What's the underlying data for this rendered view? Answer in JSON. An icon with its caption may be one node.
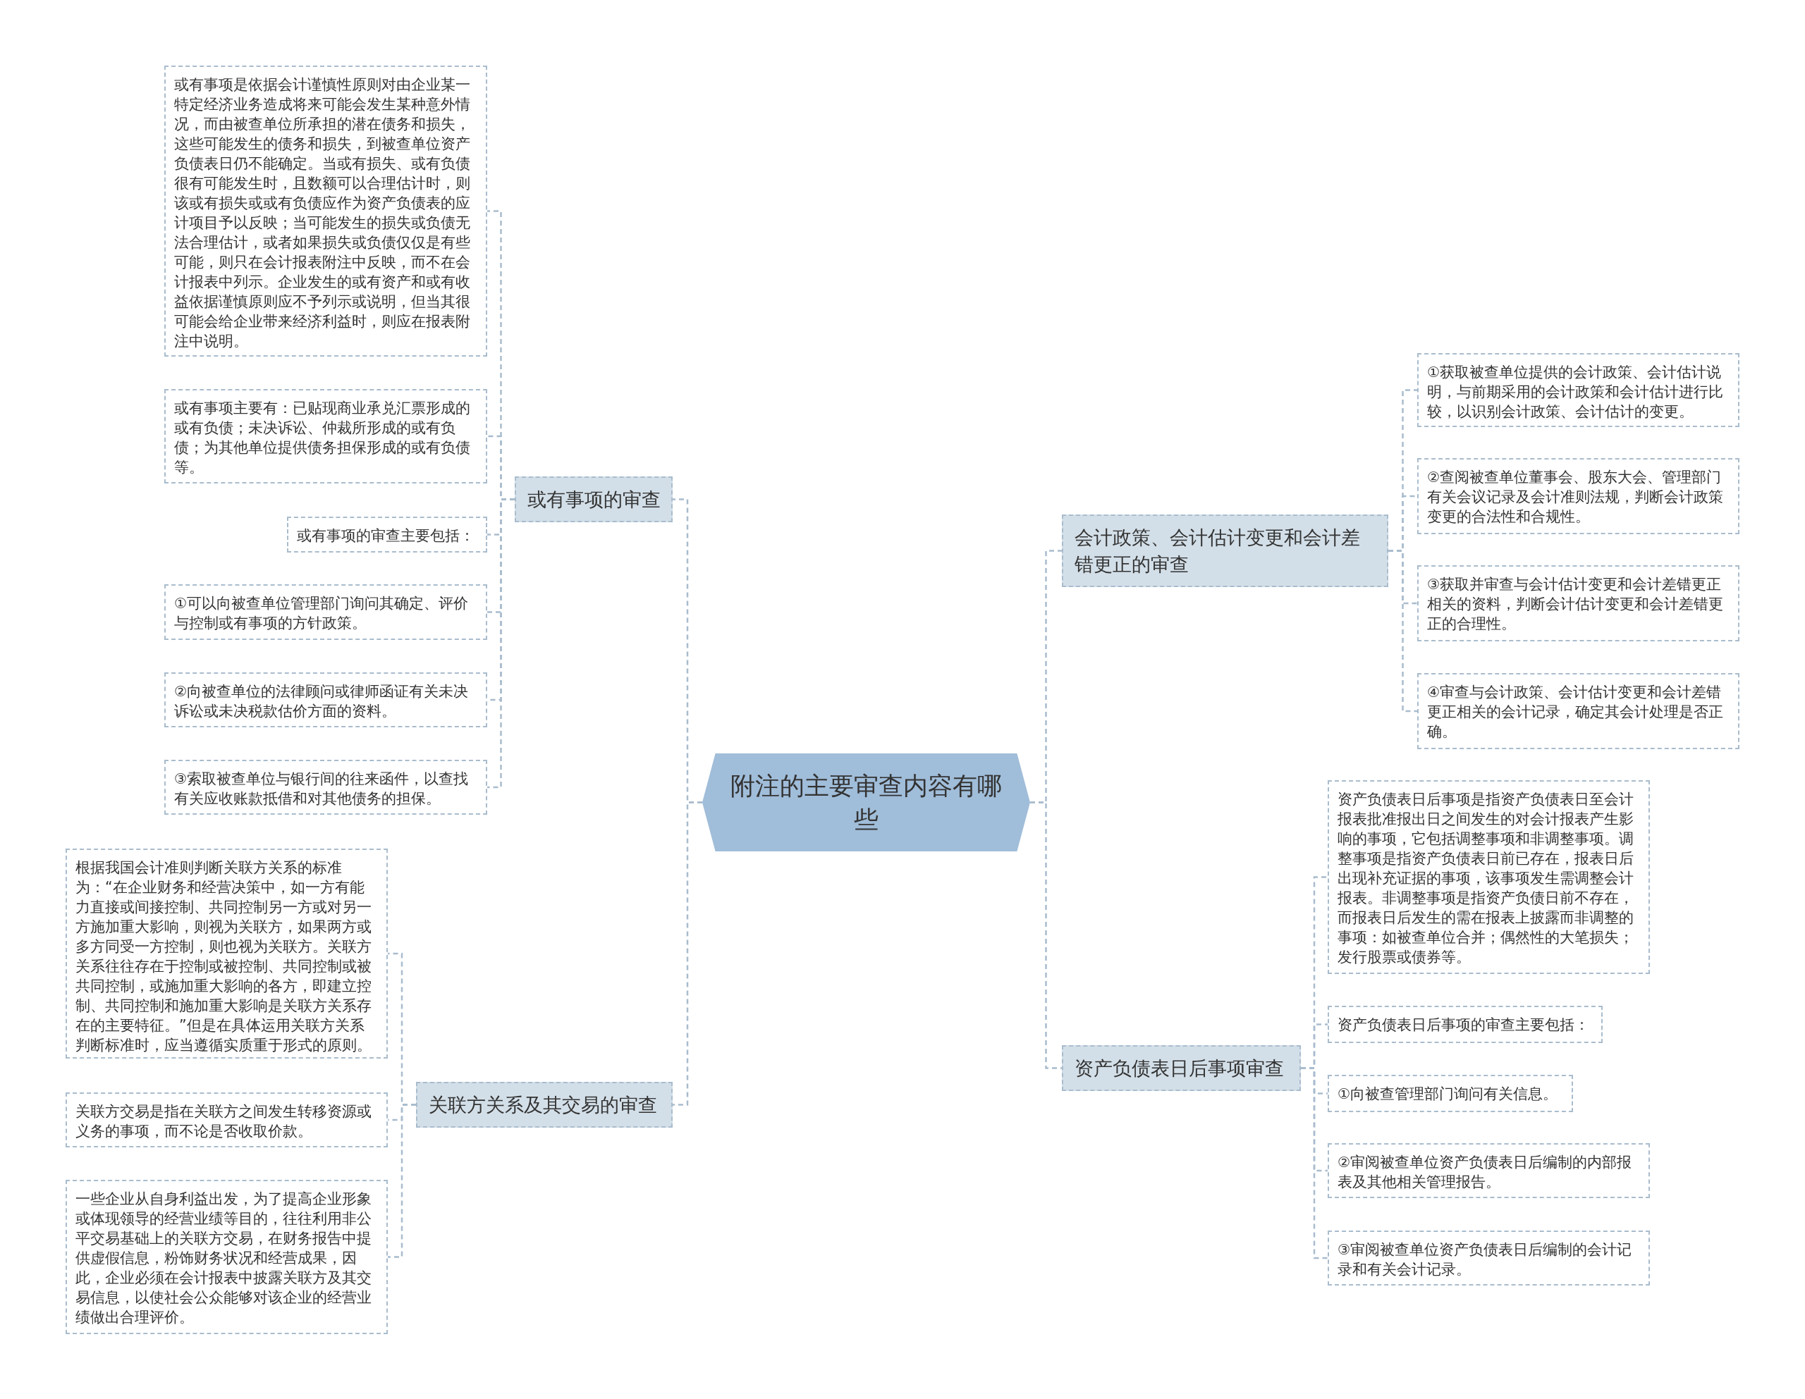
{
  "diagram": {
    "nodes": [
      {
        "text": [
          "附注的主要审查内容有哪些"
        ]
      },
      {
        "text": [
          "或有事项的审查"
        ]
      },
      {
        "text": [
          "或有事项是依据会计谨慎性原则对由企业某一特定经济业务造成将来可能会发生某种意外情况，而由被查单位所承担的潜在债务和损失，这些可能发生的债务和损失，到被查单位资产负债表日仍不能确定。当或有损失、或有负债很有可能发生时，且数额可以合理估计时，则该或有损失或或有负债应作为资产负债表的应计项目予以反映；当可能发生的损失或负债无法合理估计，或者如果损失或负债仅仅是有些可能，则只在会计报表附注中反映，而不在会计报表中列示。企业发生的或有资产和或有收益依据谨慎原则应不予列示或说明，但当其很可能会给企业带来经济利益时，则应在报表附注中说明。"
        ]
      },
      {
        "text": [
          "或有事项主要有：已贴现商业承兑汇票形成的或有负债；未决诉讼、仲裁所形成的或有负债；为其他单位提供债务担保形成的或有负债等。"
        ]
      },
      {
        "text": [
          "或有事项的审查主要包括："
        ]
      },
      {
        "text": [
          "①可以向被查单位管理部门询问其确定、评价与控制或有事项的方针政策。"
        ]
      },
      {
        "text": [
          "②向被查单位的法律顾问或律师函证有关未决诉讼或未决税款估价方面的资料。"
        ]
      },
      {
        "text": [
          "③索取被查单位与银行间的往来函件，以查找有关应收账款抵借和对其他债务的担保。"
        ]
      },
      {
        "text": [
          "关联方关系及其交易的审查"
        ]
      },
      {
        "text": [
          "根据我国会计准则判断关联方关系的标准为：“在企业财务和经营决策中，如一方有能力直接或间接控制、共同控制另一方或对另一方施加重大影响，则视为关联方，如果两方或多方同受一方控制，则也视为关联方。关联方关系往往存在于控制或被控制、共同控制或被共同控制，或施加重大影响的各方，即建立控制、共同控制和施加重大影响是关联方关系存在的主要特征。”但是在具体运用关联方关系判断标准时，应当遵循实质重于形式的原则。"
        ]
      },
      {
        "text": [
          "关联方交易是指在关联方之间发生转移资源或义务的事项，而不论是否收取价款。"
        ]
      },
      {
        "text": [
          "一些企业从自身利益出发，为了提高企业形象或体现领导的经营业绩等目的，往往利用非公平交易基础上的关联方交易，在财务报告中提供虚假信息，粉饰财务状况和经营成果，因此，企业必须在会计报表中披露关联方及其交易信息，以使社会公众能够对该企业的经营业绩做出合理评价。"
        ]
      },
      {
        "text": [
          "会计政策、会计估计变更和会计差错更正的审查"
        ]
      },
      {
        "text": [
          "①获取被查单位提供的会计政策、会计估计说明，与前期采用的会计政策和会计估计进行比较，以识别会计政策、会计估计的变更。"
        ]
      },
      {
        "text": [
          "②查阅被查单位董事会、股东大会、管理部门有关会议记录及会计准则法规，判断会计政策变更的合法性和合规性。"
        ]
      },
      {
        "text": [
          "③获取并审查与会计估计变更和会计差错更正相关的资料，判断会计估计变更和会计差错更正的合理性。"
        ]
      },
      {
        "text": [
          "④审查与会计政策、会计估计变更和会计差错更正相关的会计记录，确定其会计处理是否正确。"
        ]
      },
      {
        "text": [
          "资产负债表日后事项审查"
        ]
      },
      {
        "text": [
          "资产负债表日后事项是指资产负债表日至会计报表批准报出日之间发生的对会计报表产生影响的事项，它包括调整事项和非调整事项。调整事项是指资产负债表日前已存在，报表日后出现补充证据的事项，该事项发生需调整会计报表。非调整事项是指资产负债日前不存在，而报表日后发生的需在报表上披露而非调整的事项：如被查单位合并；偶然性的大笔损失；发行股票或债券等。"
        ]
      },
      {
        "text": [
          "资产负债表日后事项的审查主要包括："
        ]
      },
      {
        "text": [
          "①向被查管理部门询问有关信息。"
        ]
      },
      {
        "text": [
          "②审阅被查单位资产负债表日后编制的内部报表及其他相关管理报告。"
        ]
      },
      {
        "text": [
          "③审阅被查单位资产负债表日后编制的会计记录和有关会计记录。"
        ]
      }
    ],
    "edges": [
      {
        "from": 0,
        "to": 1,
        "arrow": "none"
      },
      {
        "from": 1,
        "to": 2,
        "arrow": "none"
      },
      {
        "from": 1,
        "to": 3,
        "arrow": "none"
      },
      {
        "from": 1,
        "to": 4,
        "arrow": "none"
      },
      {
        "from": 1,
        "to": 5,
        "arrow": "none"
      },
      {
        "from": 1,
        "to": 6,
        "arrow": "none"
      },
      {
        "from": 1,
        "to": 7,
        "arrow": "none"
      },
      {
        "from": 0,
        "to": 8,
        "arrow": "none"
      },
      {
        "from": 8,
        "to": 9,
        "arrow": "none"
      },
      {
        "from": 8,
        "to": 10,
        "arrow": "none"
      },
      {
        "from": 8,
        "to": 11,
        "arrow": "none"
      },
      {
        "from": 0,
        "to": 12,
        "arrow": "none"
      },
      {
        "from": 12,
        "to": 13,
        "arrow": "none"
      },
      {
        "from": 12,
        "to": 14,
        "arrow": "none"
      },
      {
        "from": 12,
        "to": 15,
        "arrow": "none"
      },
      {
        "from": 12,
        "to": 16,
        "arrow": "none"
      },
      {
        "from": 0,
        "to": 17,
        "arrow": "none"
      },
      {
        "from": 17,
        "to": 18,
        "arrow": "none"
      },
      {
        "from": 17,
        "to": 19,
        "arrow": "none"
      },
      {
        "from": 17,
        "to": 20,
        "arrow": "none"
      },
      {
        "from": 17,
        "to": 21,
        "arrow": "none"
      },
      {
        "from": 17,
        "to": 22,
        "arrow": "none"
      }
    ]
  }
}
